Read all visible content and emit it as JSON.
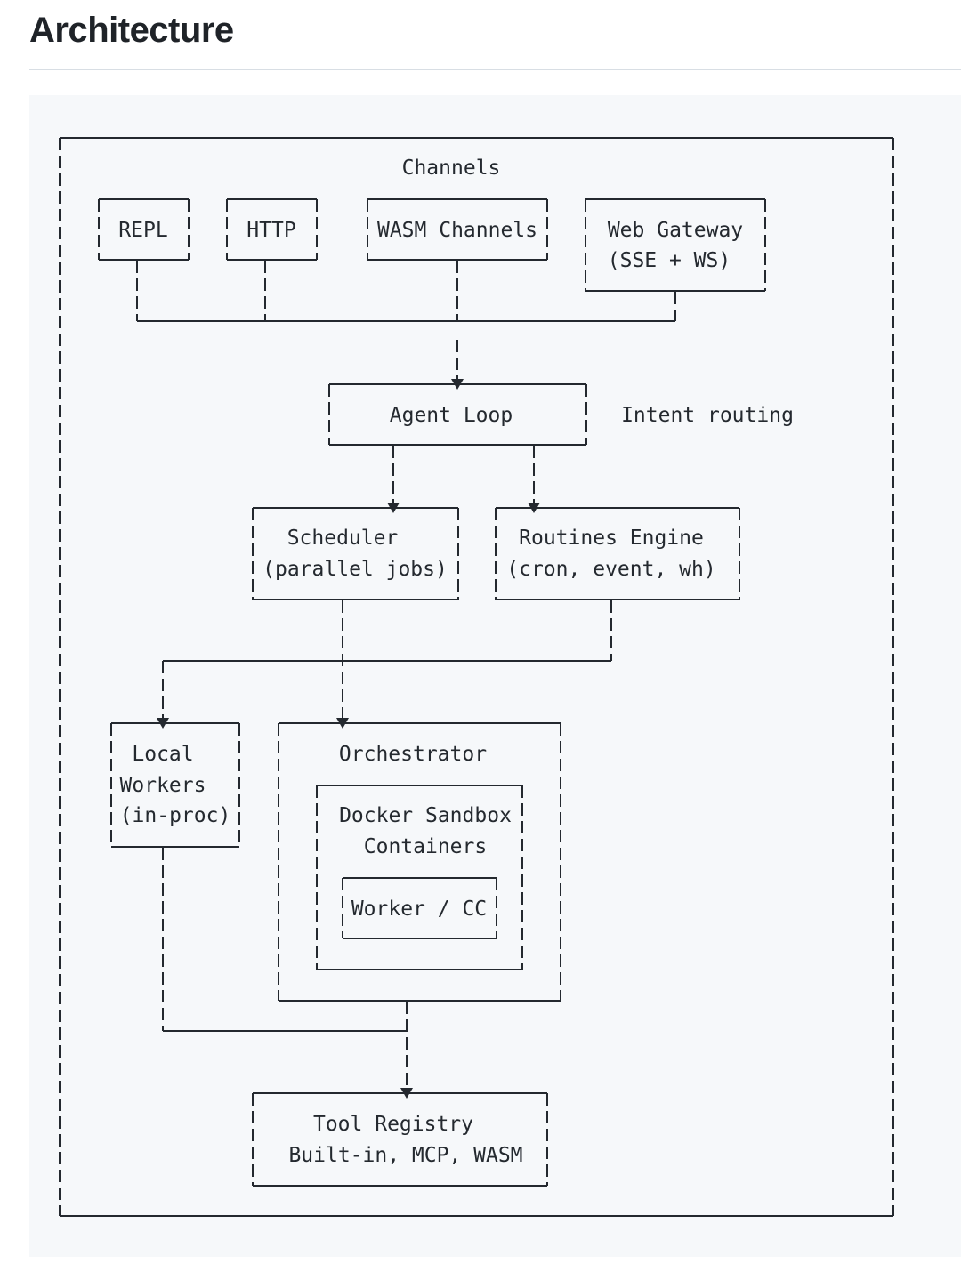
{
  "page": {
    "heading": "Architecture"
  },
  "diagram": {
    "channels_title": "Channels",
    "channels": {
      "repl": "REPL",
      "http": "HTTP",
      "wasm": "WASM Channels",
      "web_gateway": [
        "Web Gateway",
        "(SSE + WS)"
      ]
    },
    "agent_loop": "Agent Loop",
    "intent_routing": "Intent routing",
    "scheduler": [
      "Scheduler",
      "(parallel jobs)"
    ],
    "routines_engine": [
      "Routines Engine",
      "(cron, event, wh)"
    ],
    "local_workers": [
      "Local",
      "Workers",
      "(in-proc)"
    ],
    "orchestrator": "Orchestrator",
    "docker_sandbox": [
      "Docker Sandbox",
      "Containers"
    ],
    "worker_cc": "Worker / CC",
    "tool_registry": [
      "Tool Registry",
      "Built-in, MCP, WASM"
    ]
  }
}
